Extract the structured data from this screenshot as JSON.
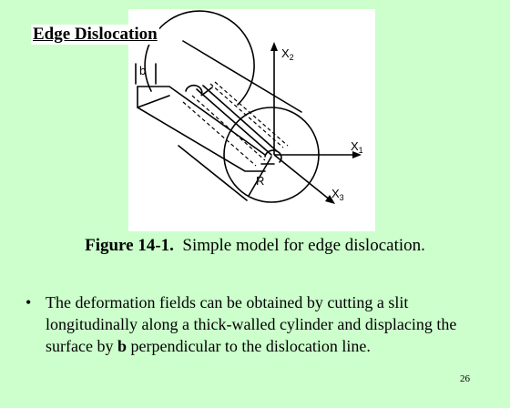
{
  "title": "Edge Dislocation",
  "figure": {
    "labels": {
      "b": "b",
      "x2": "X",
      "x2_sub": "2",
      "x1": "X",
      "x1_sub": "1",
      "x3": "X",
      "x3_sub": "3",
      "r": "R"
    }
  },
  "caption": {
    "number": "Figure 14-1.",
    "text": "Simple model for edge dislocation."
  },
  "bullet": {
    "marker": "•",
    "text_before": "The deformation fields can be obtained by cutting a slit longitudinally along a thick-walled cylinder and displacing the surface by ",
    "bold": "b",
    "text_after": " perpendicular to the dislocation line."
  },
  "page_number": "26"
}
